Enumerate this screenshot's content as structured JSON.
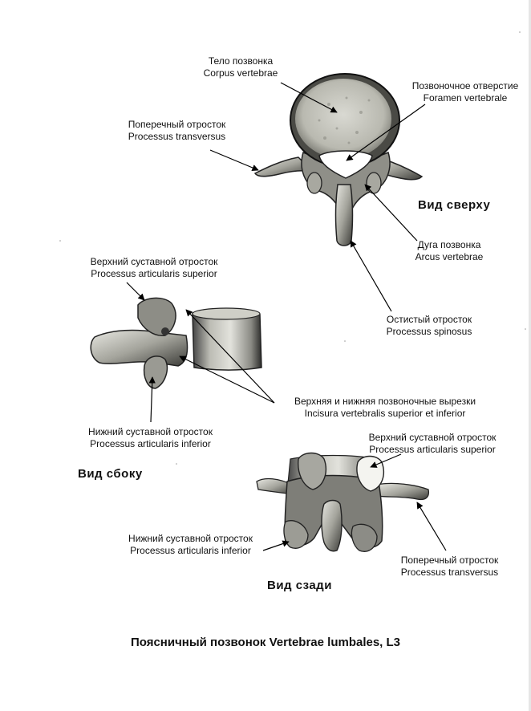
{
  "labels": {
    "corpus": {
      "ru": "Тело позвонка",
      "la": "Corpus vertebrae"
    },
    "foramen": {
      "ru": "Позвоночное отверстие",
      "la": "Foramen vertebrale"
    },
    "transversus_top": {
      "ru": "Поперечный отросток",
      "la": "Processus transversus"
    },
    "arcus": {
      "ru": "Дуга позвонка",
      "la": "Arcus vertebrae"
    },
    "spinosus": {
      "ru": "Остистый отросток",
      "la": "Processus spinosus"
    },
    "art_sup_side": {
      "ru": "Верхний суставной отросток",
      "la": "Processus articularis superior"
    },
    "art_inf_side": {
      "ru": "Нижний суставной отросток",
      "la": "Processus articularis inferior"
    },
    "incisura": {
      "ru": "Верхняя и нижняя позвоночные вырезки",
      "la": "Incisura vertebralis superior et inferior"
    },
    "art_sup_back": {
      "ru": "Верхний суставной отросток",
      "la": "Processus articularis superior"
    },
    "art_inf_back": {
      "ru": "Нижний суставной отросток",
      "la": "Processus articularis inferior"
    },
    "transversus_back": {
      "ru": "Поперечный отросток",
      "la": "Processus transversus"
    }
  },
  "views": {
    "top": "Вид  сверху",
    "side": "Вид  сбоку",
    "back": "Вид  сзади"
  },
  "title": "Поясничный позвонок Vertebrae lumbales, L3"
}
